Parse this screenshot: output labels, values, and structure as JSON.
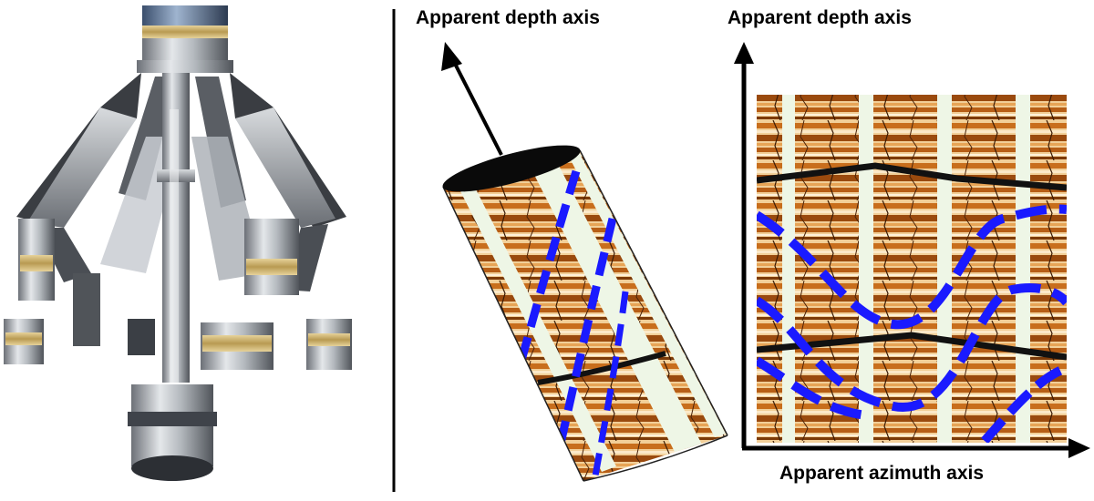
{
  "labels": {
    "cylinder_depth_axis": "Apparent depth axis",
    "flat_depth_axis": "Apparent depth axis",
    "azimuth_axis": "Apparent azimuth axis"
  },
  "colors": {
    "background": "#ffffff",
    "axis": "#000000",
    "dip_sine_wave": "#1a1aff",
    "bedding_trace": "#111111",
    "image_pad_light": "#f0c890",
    "image_pad_dark": "#8a3c08",
    "pad_gap": "#eef6e6",
    "tool_metal": "#9aa0a6",
    "tool_brass": "#c8b070"
  },
  "panels": [
    {
      "id": "imaging-tool",
      "content": "borehole imaging tool with four pad arms"
    },
    {
      "id": "borehole-cylinder",
      "content": "image wrapped on tilted borehole cylinder"
    },
    {
      "id": "unrolled-image",
      "content": "unrolled borehole image with sine-wave dip traces"
    }
  ]
}
